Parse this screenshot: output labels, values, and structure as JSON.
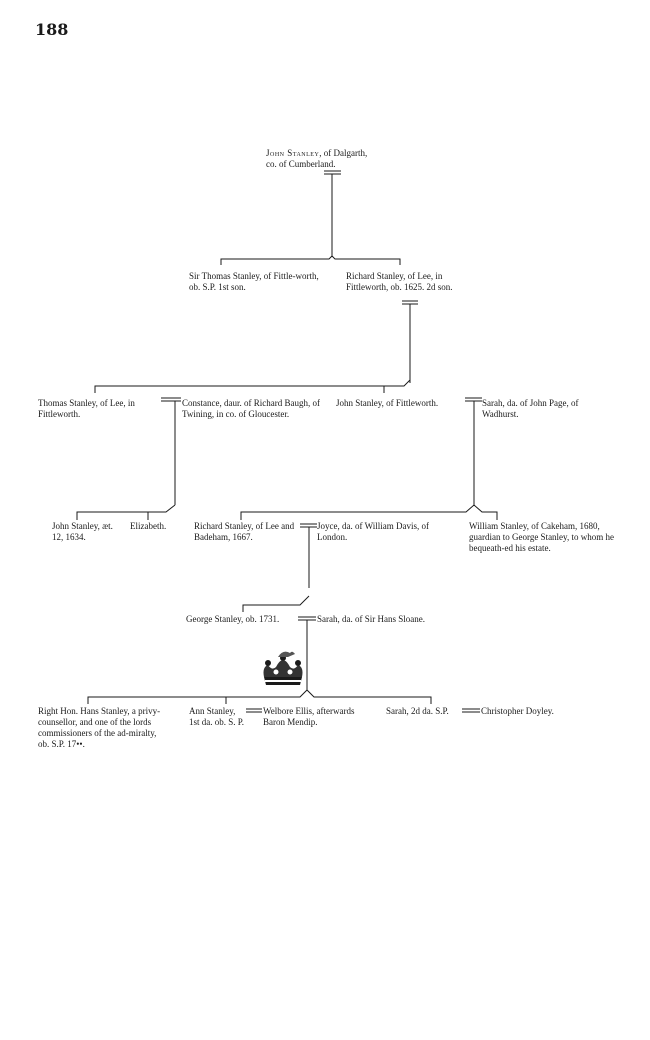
{
  "page_number": "188",
  "persons": {
    "john_dalgarth": {
      "name": "John Stanley",
      "rest": ", of Dalgarth,",
      "line2": "co. of Cumberland."
    },
    "sir_thomas": "Sir Thomas Stanley, of Fittle-worth, ob. S.P.   1st son.",
    "richard_lee": "Richard Stanley, of Lee, in Fittleworth, ob. 1625.  2d son.",
    "thomas_lee": "Thomas Stanley, of Lee, in Fittleworth.",
    "constance": "Constance, daur. of Richard Baugh, of Twining, in co. of Gloucester.",
    "john_fittleworth": "John Stanley, of Fittleworth.",
    "sarah_page": "Sarah, da. of John Page, of Wadhurst.",
    "john_1634": "John Stanley, æt. 12, 1634.",
    "elizabeth": "Elizabeth.",
    "richard_badeham": "Richard Stanley, of Lee and Badeham, 1667.",
    "joyce": "Joyce, da. of William Davis, of London.",
    "william_cakeham": "William Stanley, of Cakeham, 1680, guardian to George Stanley, to whom he bequeath-ed his estate.",
    "george": "George Stanley, ob. 1731.",
    "sarah_sloane": "Sarah, da. of Sir Hans Sloane.",
    "hans": "Right Hon. Hans Stanley, a privy-counsellor, and one of the lords commissioners of the ad-miralty, ob. S.P. 17••.",
    "ann": "Ann Stanley, 1st da. ob. S. P.",
    "welbore": "Welbore Ellis, afterwards Baron Mendip.",
    "sarah_2d": "Sarah, 2d da. S.P.",
    "christopher": "Christopher Doyley."
  }
}
